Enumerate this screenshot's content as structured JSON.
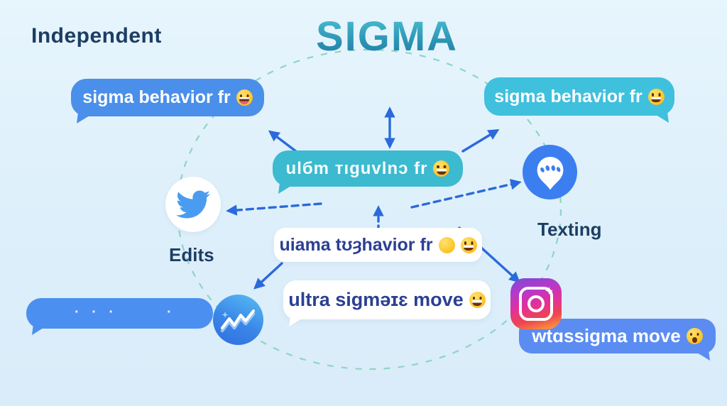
{
  "title": "SIGMA",
  "labels": {
    "independent": "Independent",
    "edits": "Edits",
    "texting": "Texting"
  },
  "bubbles": {
    "top_left": {
      "text": "sigma behavior fr",
      "emoji": "tongue"
    },
    "top_right": {
      "text": "sigma behavior fr",
      "emoji": "grin"
    },
    "center": {
      "text": "ulбm тıguvlnɔ fr",
      "emoji": "grin"
    },
    "white_1": {
      "text": "uiama tʊȝhavior fr",
      "emoji": "blank",
      "emoji2": "grin"
    },
    "white_2": {
      "text": "ultra sigmәɪɛ move",
      "emoji": "grin"
    },
    "bottom_right": {
      "text": "wtɑssigma move",
      "emoji": "surprised"
    }
  },
  "typing_bar": {
    "dots_left": "· · ·",
    "dot_right": "·"
  },
  "icons": {
    "twitter": "twitter-bird-icon",
    "texting": "chat-bubble-pin-icon",
    "chart": "trend-line-icon",
    "instagram": "instagram-camera-icon"
  },
  "colors": {
    "background": "#ddeffa",
    "title_gradient_top": "#4cc5d6",
    "title_gradient_bottom": "#1e7ba2",
    "navy_text": "#1d3e63",
    "bubble_blue": "#4a8fe9",
    "bubble_cyan": "#3fc0dd",
    "bubble_teal": "#3cbacf",
    "bubble_periwinkle": "#5b8cf2",
    "white_bubble_text": "#2b3f93",
    "arrow_blue": "#2b69dd",
    "dashed_ring": "#8ed5c5",
    "twitter_blue": "#4a9cf0",
    "texting_circle_blue": "#3b7ef0",
    "typing_bar_blue": "#4b8ff0",
    "instagram_pink": "#e1309c"
  }
}
